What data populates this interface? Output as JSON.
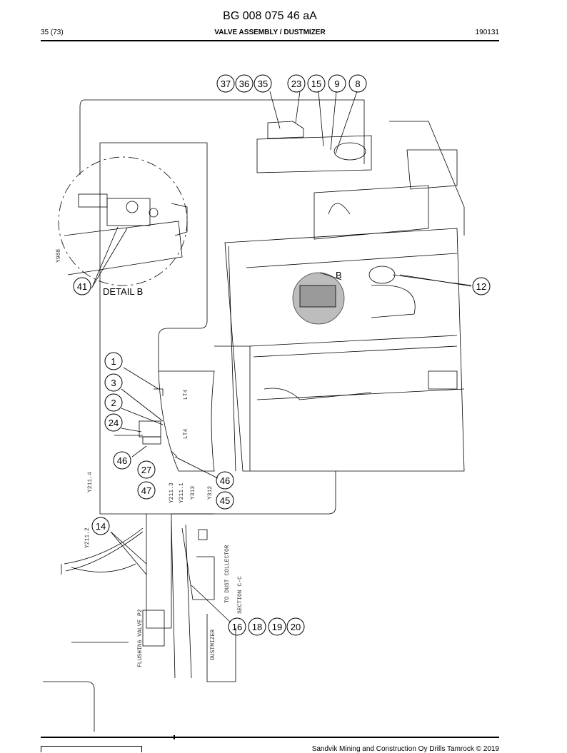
{
  "header": {
    "doc_number": "BG 008 075 46 aA",
    "page": "35 (73)",
    "section_title": "VALVE ASSEMBLY / DUSTMIZER",
    "revision": "190131"
  },
  "drawing": {
    "callouts_top": [
      "37",
      "36",
      "35",
      "23",
      "15",
      "9",
      "8"
    ],
    "callout_12": "12",
    "callout_41": "41",
    "detail_label": "DETAIL B",
    "detail_marker": "B",
    "detail_y": "Y988",
    "callouts_left": [
      "1",
      "3",
      "2",
      "24",
      "46",
      "27",
      "47"
    ],
    "callouts_right_small": [
      "46",
      "45"
    ],
    "callout_14": "14",
    "callouts_bottom": [
      "16",
      "18",
      "19",
      "20"
    ],
    "labels": {
      "lt4_a": "LT4",
      "lt4_b": "LT4",
      "y211_4": "Y211.4",
      "y211_3": "Y211.3",
      "y211_1": "Y211.1",
      "y313": "Y313",
      "y312": "Y312",
      "y211_2": "Y211.2",
      "dust_collector": "TO DUST COLLECTOR",
      "section_cc": "SECTION C-C",
      "flushing_valve": "FLUSHING VALVE P2",
      "dustmizer": "DUSTMIZER"
    }
  },
  "footer": {
    "copyright": "Sandvik Mining and Construction Oy Drills Tamrock © 2019"
  }
}
